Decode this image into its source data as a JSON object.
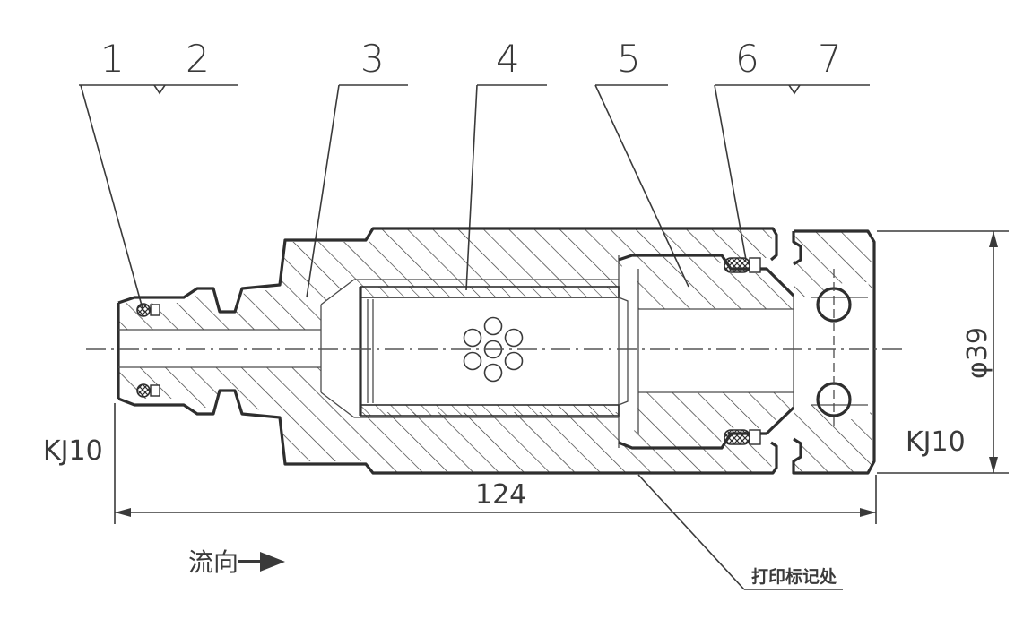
{
  "part_labels": [
    "1",
    "2",
    "3",
    "4",
    "5",
    "6",
    "7"
  ],
  "dimensions": {
    "length": "124",
    "diameter": "φ39",
    "left_thread": "KJ10",
    "right_thread": "KJ10"
  },
  "annotations": {
    "flow_direction": "流向",
    "marking_location": "打印标记处"
  },
  "colors": {
    "line": "#2e2e2e",
    "background": "#ffffff"
  }
}
